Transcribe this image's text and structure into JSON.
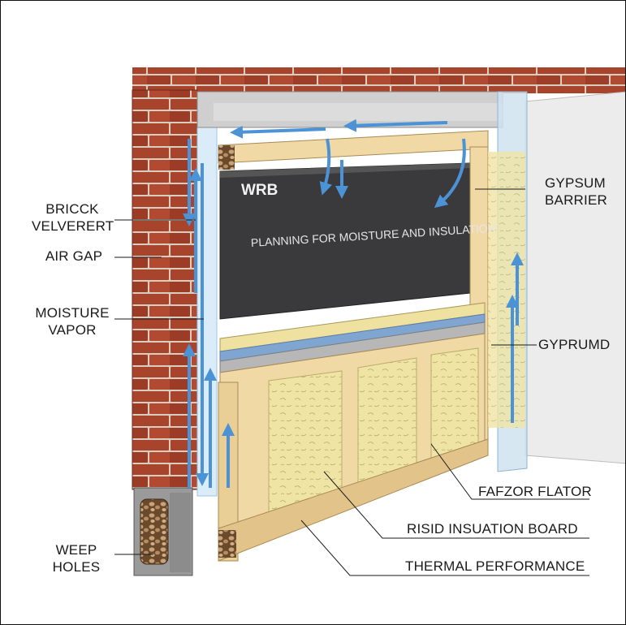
{
  "diagram": {
    "wrb_title": "WRB",
    "wrb_text": "PLANNING FOR MOISTURE AND INSULATION",
    "labels_left": {
      "brick_line1": "BRICCK",
      "brick_line2": "VELVERERT",
      "air_gap": "AIR GAP",
      "moisture_line1": "MOISTURE",
      "moisture_line2": "VAPOR",
      "weep_line1": "WEEP",
      "weep_line2": "HOLES"
    },
    "labels_right": {
      "gypsum_line1": "GYPSUM",
      "gypsum_line2": "BARRIER",
      "gyprumd": "GYPRUMD",
      "fafzor": "FAFZOR FLATOR",
      "risid": "RISID INSUATION BOARD",
      "thermal": "THERMAL PERFORMANCE"
    },
    "colors": {
      "brick": "#a8432c",
      "mortar": "#d9cfc4",
      "wrb": "#3a3a3c",
      "insulation": "#efe4a4",
      "wood": "#f1d9a6",
      "arrow_blue": "#4b93d6",
      "gypsum": "#ececec"
    }
  }
}
